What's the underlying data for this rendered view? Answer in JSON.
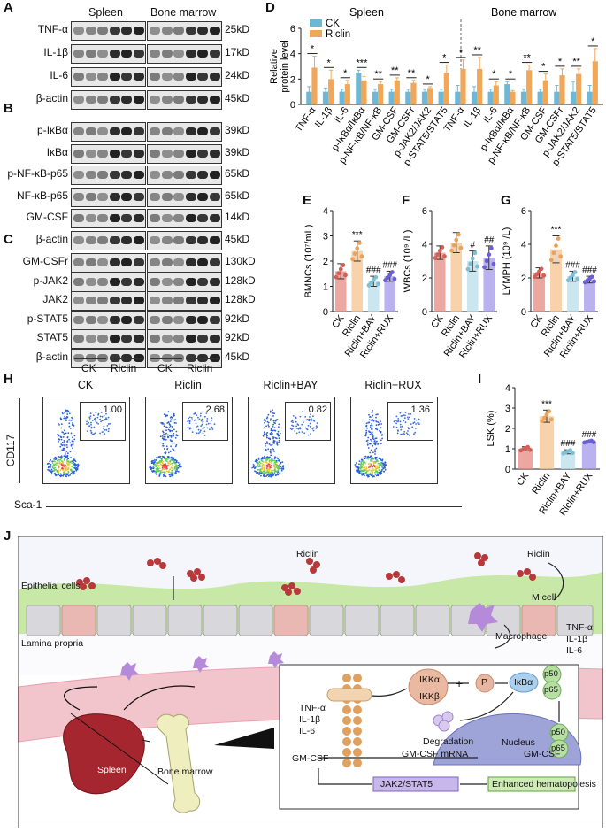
{
  "panels": {
    "A": "A",
    "B": "B",
    "C": "C",
    "D": "D",
    "E": "E",
    "F": "F",
    "G": "G",
    "H": "H",
    "I": "I",
    "J": "J"
  },
  "western": {
    "header_spleen": "Spleen",
    "header_bm": "Bone marrow",
    "rows_A": [
      {
        "name": "TNF-α",
        "kd": "25kD"
      },
      {
        "name": "IL-1β",
        "kd": "17kD"
      },
      {
        "name": "IL-6",
        "kd": "24kD"
      },
      {
        "name": "β-actin",
        "kd": "45kD"
      }
    ],
    "rows_B": [
      {
        "name": "p-IκBα",
        "kd": "39kD"
      },
      {
        "name": "IκBα",
        "kd": "39kD"
      },
      {
        "name": "p-NF-κB-p65",
        "kd": "65kD"
      },
      {
        "name": "NF-κB-p65",
        "kd": "65kD"
      },
      {
        "name": "GM-CSF",
        "kd": "14kD"
      },
      {
        "name": "β-actin",
        "kd": "45kD"
      }
    ],
    "rows_C": [
      {
        "name": "GM-CSFr",
        "kd": "130kD"
      },
      {
        "name": "p-JAK2",
        "kd": "128kD"
      },
      {
        "name": "JAK2",
        "kd": "128kD"
      },
      {
        "name": "p-STAT5",
        "kd": "92kD"
      },
      {
        "name": "STAT5",
        "kd": "92kD"
      },
      {
        "name": "β-actin",
        "kd": "45kD"
      }
    ],
    "group_labels": [
      "CK",
      "Riclin",
      "CK",
      "Riclin"
    ]
  },
  "colors": {
    "ck": "#6fb7d2",
    "riclin": "#f0a75a",
    "bay": "#a8d8e6",
    "rux": "#8a7fe0",
    "ck_dot": "#e07a72"
  },
  "chart_data": [
    {
      "type": "bar",
      "panel": "D",
      "title_left": "Spleen",
      "title_right": "Bone marrow",
      "ylabel": "Relative protein level",
      "ylim": [
        0,
        6
      ],
      "yticks": [
        0,
        2,
        4,
        6
      ],
      "legend": [
        "CK",
        "Riclin"
      ],
      "categories": [
        "TNF-α",
        "IL-1β",
        "IL-6",
        "p-IκBα/IκBα",
        "p-NF-κB/NF-κB",
        "GM-CSF",
        "GM-CSFr",
        "p-JAK2/JAK2",
        "p-STAT5/STAT5",
        "TNF-α",
        "IL-1β",
        "IL-6",
        "p-IκBα/IκBα",
        "p-NF-κB/NF-κB",
        "GM-CSF",
        "GM-CSFr",
        "p-JAK2/JAK2",
        "p-STAT5/STAT5"
      ],
      "series": [
        {
          "name": "CK",
          "values": [
            1,
            1,
            1,
            2.5,
            1,
            1,
            1,
            1,
            1,
            1,
            1,
            1,
            1.6,
            1,
            1,
            1,
            1,
            1
          ],
          "err": [
            0.4,
            0.3,
            0.2,
            0.2,
            0.2,
            0.2,
            0.2,
            0.2,
            0.2,
            0.5,
            0.4,
            0.2,
            0.2,
            0.2,
            0.2,
            0.5,
            0.8,
            0.5
          ]
        },
        {
          "name": "Riclin",
          "values": [
            2.9,
            2,
            1.6,
            1.9,
            1.6,
            1.9,
            1.7,
            1.3,
            2.5,
            2.8,
            2.8,
            1.5,
            1,
            2.7,
            1.9,
            2.3,
            2.4,
            3.4
          ],
          "err": [
            0.9,
            0.7,
            0.3,
            0.3,
            0.2,
            0.2,
            0.2,
            0.1,
            0.6,
            0.7,
            0.9,
            0.3,
            0.1,
            0.4,
            0.5,
            0.5,
            0.4,
            1.0
          ]
        }
      ],
      "sig": [
        "*",
        "*",
        "*",
        "***",
        "**",
        "**",
        "**",
        "*",
        "*",
        "*",
        "**",
        "*",
        "*",
        "**",
        "*",
        "*",
        "**",
        "*"
      ]
    },
    {
      "type": "bar",
      "panel": "E",
      "ylabel": "BMNCs (10⁷/mL)",
      "ylim": [
        0,
        4
      ],
      "yticks": [
        0,
        1,
        2,
        3,
        4
      ],
      "categories": [
        "CK",
        "Riclin",
        "Riclin+BAY",
        "Riclin+RUX"
      ],
      "values": [
        1.6,
        2.4,
        1.2,
        1.4
      ],
      "err": [
        0.3,
        0.4,
        0.2,
        0.2
      ],
      "sig": [
        "",
        "***",
        "###",
        "###"
      ]
    },
    {
      "type": "bar",
      "panel": "F",
      "ylabel": "WBCs (10⁹ /L)",
      "ylim": [
        0,
        6
      ],
      "yticks": [
        0,
        2,
        4,
        6
      ],
      "categories": [
        "CK",
        "Riclin",
        "Riclin+BAY",
        "Riclin+RUX"
      ],
      "values": [
        3.5,
        4.1,
        3.0,
        3.2
      ],
      "err": [
        0.4,
        0.6,
        0.6,
        0.7
      ],
      "sig": [
        "",
        "",
        "#",
        "##"
      ]
    },
    {
      "type": "bar",
      "panel": "G",
      "ylabel": "LYMPH (10⁹ /L)",
      "ylim": [
        0,
        6
      ],
      "yticks": [
        0,
        2,
        4,
        6
      ],
      "categories": [
        "CK",
        "Riclin",
        "Riclin+BAY",
        "Riclin+RUX"
      ],
      "values": [
        2.3,
        3.7,
        2.1,
        1.9
      ],
      "err": [
        0.3,
        0.8,
        0.3,
        0.2
      ],
      "sig": [
        "",
        "***",
        "###",
        "###"
      ]
    },
    {
      "type": "bar",
      "panel": "I",
      "ylabel": "LSK (%)",
      "ylim": [
        0,
        4
      ],
      "yticks": [
        0,
        1,
        2,
        3,
        4
      ],
      "categories": [
        "CK",
        "Riclin",
        "Riclin+BAY",
        "Riclin+RUX"
      ],
      "values": [
        1.0,
        2.6,
        0.85,
        1.35
      ],
      "err": [
        0.1,
        0.3,
        0.1,
        0.05
      ],
      "sig": [
        "",
        "***",
        "###",
        "###"
      ]
    }
  ],
  "flow": {
    "titles": [
      "CK",
      "Riclin",
      "Riclin+BAY",
      "Riclin+RUX"
    ],
    "values": [
      "1.00",
      "2.68",
      "0.82",
      "1.36"
    ],
    "ylabel": "CD117",
    "xlabel": "Sca-1"
  },
  "scheme": {
    "epithelial": "Epithelial cells",
    "lamina": "Lamina propria",
    "riclin1": "Riclin",
    "riclin2": "Riclin",
    "mcell": "M cell",
    "macrophage": "Macrophage",
    "cyto1": "TNF-α",
    "cyto2": "IL-1β",
    "cyto3": "IL-6",
    "cytoB1": "TNF-α",
    "cytoB2": "IL-1β",
    "cytoB3": "IL-6",
    "ikka": "IKKα",
    "ikkb": "IKKβ",
    "plus": "+",
    "p": "P",
    "ikba": "IκBα",
    "p50": "p50",
    "p65": "p65",
    "p50n": "p50",
    "p65n": "p65",
    "degradation": "Degradation",
    "nucleus": "Nucleus",
    "gmcsf_mrna": "GM-CSF mRNA",
    "gmcsf_gene": "GM-CSF",
    "gmcsf": "GM-CSF",
    "jakstat": "JAK2/STAT5",
    "enhanced": "Enhanced hematopoiesis",
    "spleen": "Spleen",
    "bone": "Bone marrow"
  }
}
